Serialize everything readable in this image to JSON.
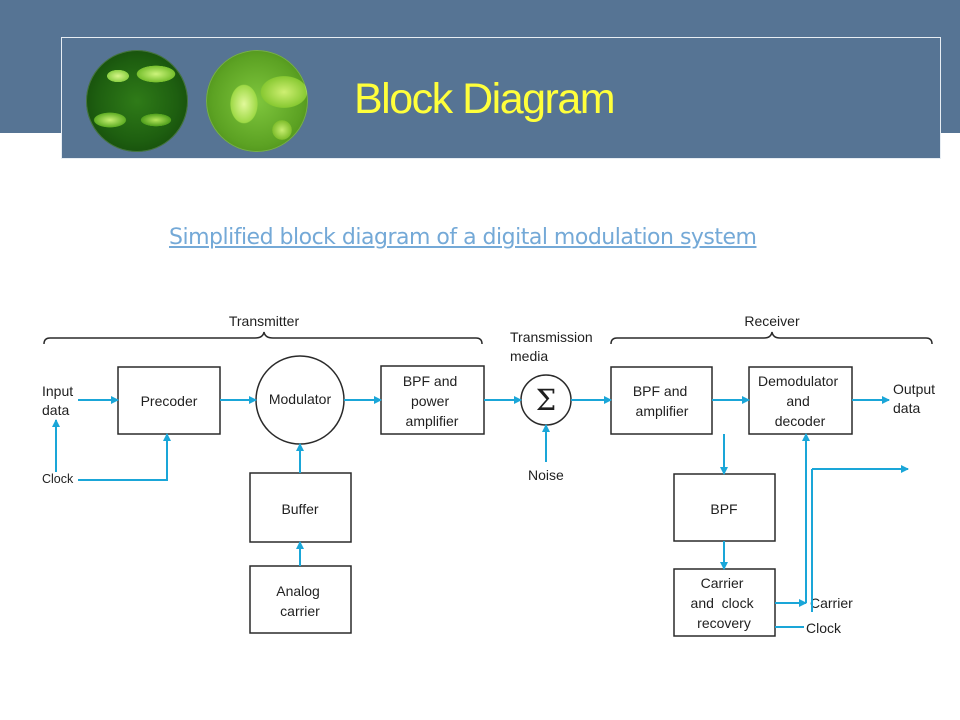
{
  "header": {
    "title": "Block Diagram"
  },
  "subtitle": "Simplified block diagram of a digital modulation system",
  "diagram": {
    "sections": {
      "transmitter": "Transmitter",
      "transmission_media": [
        "Transmission",
        "media"
      ],
      "receiver": "Receiver"
    },
    "blocks": {
      "precoder": [
        "Precoder"
      ],
      "modulator": [
        "Modulator"
      ],
      "bpf_power_amplifier": [
        "BPF and",
        "power",
        "amplifier"
      ],
      "summing_junction": "Σ",
      "bpf_amplifier": [
        "BPF and",
        "amplifier"
      ],
      "demodulator_decoder": [
        "Demodulator",
        "and",
        "decoder"
      ],
      "buffer": [
        "Buffer"
      ],
      "analog_carrier": [
        "Analog",
        "carrier"
      ],
      "bpf": [
        "BPF"
      ],
      "carrier_clock_recovery": [
        "Carrier",
        "and  clock",
        "recovery"
      ]
    },
    "signals": {
      "input_data": [
        "Input",
        "data"
      ],
      "clock_in": "Clock",
      "noise": "Noise",
      "output_data": [
        "Output",
        "data"
      ],
      "carrier_out": "Carrier",
      "clock_out": "Clock"
    },
    "colors": {
      "arrow": "#1aa6d8",
      "block_stroke": "#2a2a2a",
      "text": "#1f1f1f"
    }
  }
}
